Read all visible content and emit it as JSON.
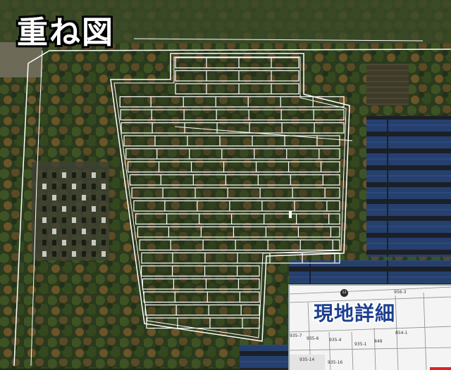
{
  "map": {
    "title": "重ね図",
    "layer": "satellite",
    "overlay_color": "#ffffff",
    "panel_color": "#1d3b7a"
  },
  "inset": {
    "title": "現地詳細",
    "badge": "12",
    "lots": [
      "956-3",
      "854-1",
      "935-7",
      "935-6",
      "935-4",
      "935-1",
      "849",
      "935-14",
      "935-16"
    ],
    "accent_color": "#d22222"
  }
}
